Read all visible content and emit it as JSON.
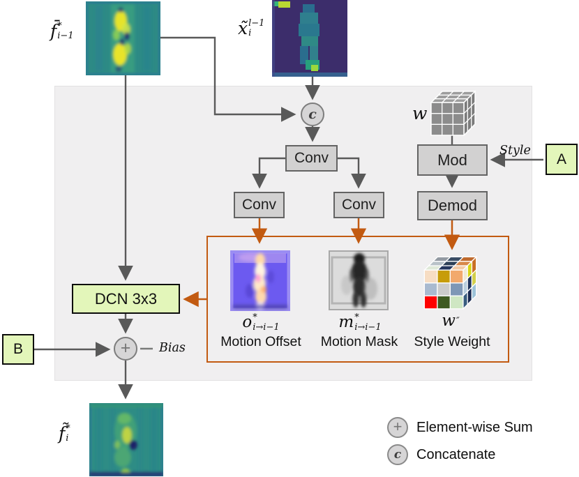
{
  "colors": {
    "panel_bg": "#f0eff0",
    "node_gray_fill": "#d2d1d1",
    "node_gray_border": "#636363",
    "green_fill": "#e3f6ba",
    "arrow_gray": "#595959",
    "accent_orange": "#c25a11"
  },
  "nodes": {
    "conv_top": "Conv",
    "conv_left": "Conv",
    "conv_right": "Conv",
    "mod": "Mod",
    "demod": "Demod",
    "dcn": "DCN 3x3",
    "input_a": "A",
    "input_b": "B"
  },
  "symbols": {
    "concat": "c",
    "sum": "+",
    "weight": "w"
  },
  "annotations": {
    "style": "Style",
    "bias": "Bias"
  },
  "math": {
    "f_prev": {
      "base": "f̄",
      "sup": "*",
      "sub": "i−1"
    },
    "x_in": {
      "base": "x̃",
      "sup": "l−1",
      "sub": "i"
    },
    "offset": {
      "base": "o",
      "sup": "*",
      "sub": "i→i−1"
    },
    "mask": {
      "base": "m",
      "sup": "*",
      "sub": "i→i−1"
    },
    "style_weight": {
      "base": "w",
      "sup": "″",
      "sub": ""
    },
    "f_out": {
      "base": "f̃",
      "sup": "*",
      "sub": "i"
    }
  },
  "captions": {
    "offset": "Motion Offset",
    "mask": "Motion Mask",
    "style_weight": "Style Weight"
  },
  "legend": {
    "items": [
      {
        "symbol": "+",
        "label": "Element-wise Sum"
      },
      {
        "symbol": "c",
        "label": "Concatenate"
      }
    ]
  }
}
